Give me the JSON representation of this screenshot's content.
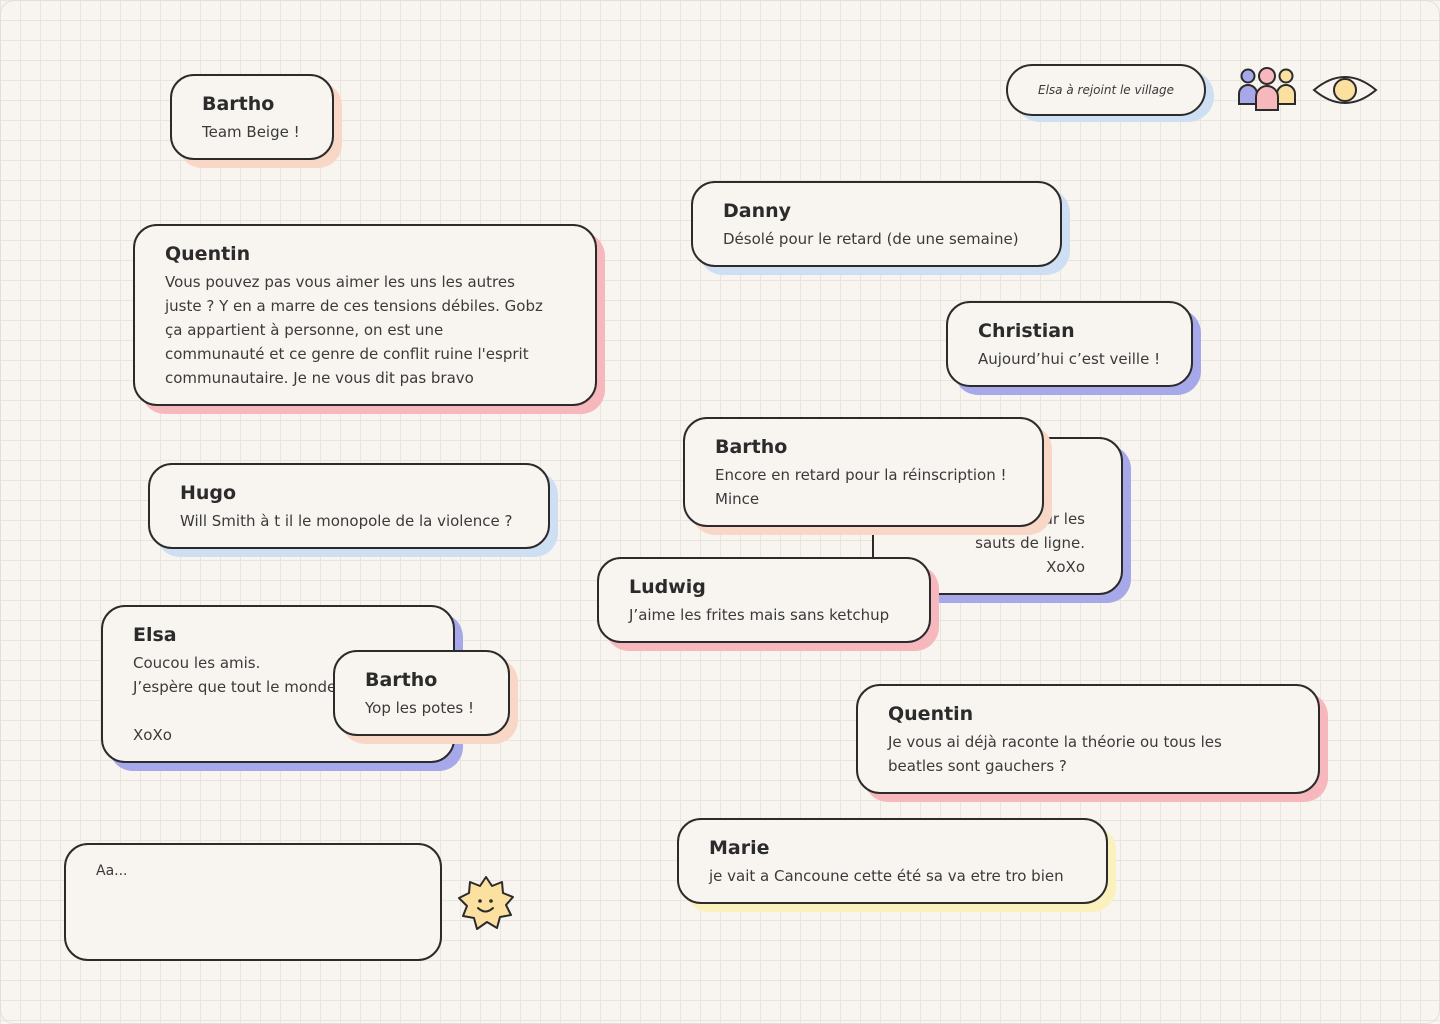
{
  "notification": "Elsa à rejoint le village",
  "composer": {
    "placeholder": "Aa..."
  },
  "icons": {
    "people": "group-icon",
    "eye": "eye-icon",
    "sun": "smiley-sun-icon"
  },
  "colors": {
    "background": "#f8f5f0",
    "grid": "#e9e4dd",
    "outline": "#2b2b2b",
    "peach": "#f9d7c6",
    "pink": "#f7b8bd",
    "blue": "#cfdff3",
    "violet": "#a6a8ea",
    "yellow": "#fbf1bd"
  },
  "messages": [
    {
      "name": "Bartho",
      "text": "Team Beige !"
    },
    {
      "name": "Quentin",
      "text": "Vous pouvez pas vous aimer les uns les autres\njuste ? Y en a marre de ces tensions débiles. Gobz\nça appartient à personne, on est une\ncommunauté et ce genre de conflit ruine l'esprit\ncommunautaire.  Je ne vous dit pas bravo"
    },
    {
      "name": "Hugo",
      "text": "Will Smith à t il le monopole de la violence ?"
    },
    {
      "name": "Elsa",
      "text": "Coucou les amis.\nJ’espère que tout le monde\n\nXoXo"
    },
    {
      "name": "Bartho",
      "text": "Yop les potes !"
    },
    {
      "name": "Danny",
      "text": "Désolé pour le retard (de une semaine)"
    },
    {
      "name": "Christian",
      "text": "Aujourd’hui  c’est veille !"
    },
    {
      "name": "",
      "text": "pour les\nsauts de ligne.\nXoXo"
    },
    {
      "name": "Bartho",
      "text": "Encore en retard pour la réinscription !\nMince"
    },
    {
      "name": "Ludwig",
      "text": "J’aime les frites mais sans ketchup"
    },
    {
      "name": "Quentin",
      "text": "Je vous ai déjà raconte la théorie ou tous les\nbeatles sont gauchers ?"
    },
    {
      "name": "Marie",
      "text": "je vait a Cancoune cette été sa va etre tro bien"
    }
  ]
}
